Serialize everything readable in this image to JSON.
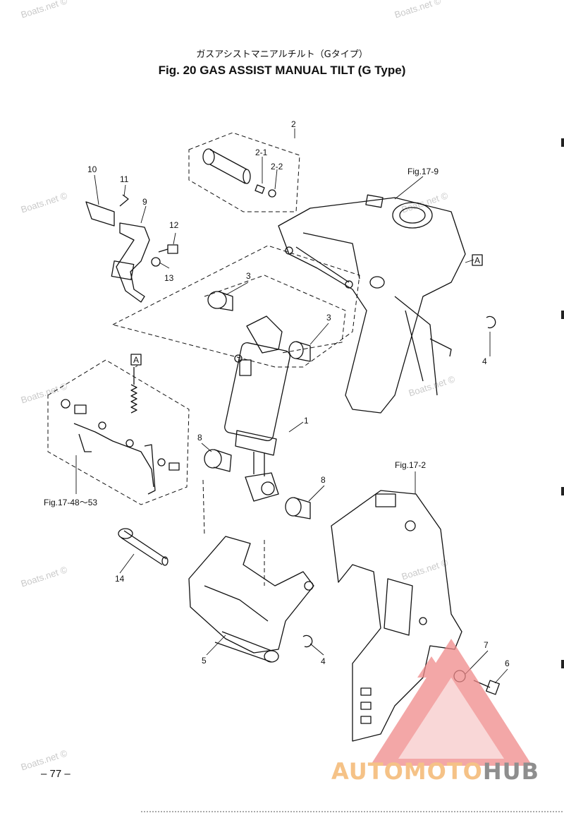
{
  "header": {
    "title_japanese": "ガスアシストマニアルチルト（Gタイプ）",
    "title_english": "Fig. 20    GAS ASSIST MANUAL TILT  (G Type)"
  },
  "watermark": "Boats.net ©",
  "callouts": {
    "c1": "1",
    "c2": "2",
    "c2_1": "2-1",
    "c2_2": "2-2",
    "c3a": "3",
    "c3b": "3",
    "c4a": "4",
    "c4b": "4",
    "c5": "5",
    "c6": "6",
    "c7": "7",
    "c8a": "8",
    "c8b": "8",
    "c9": "9",
    "c10": "10",
    "c11": "11",
    "c12": "12",
    "c13": "13",
    "c14": "14"
  },
  "refs": {
    "fig17_9": "Fig.17-9",
    "fig17_2": "Fig.17-2",
    "fig17_48": "Fig.17-48～53",
    "box_a": "A"
  },
  "footer": {
    "page_number": "– 77 –",
    "brand_auto": "AUTO",
    "brand_moto": "MOTO",
    "brand_hub": "HUB"
  },
  "colors": {
    "logo_triangle": "#f08a8a",
    "logo_accent": "#f5c287",
    "logo_hub": "#8e8e8e"
  }
}
